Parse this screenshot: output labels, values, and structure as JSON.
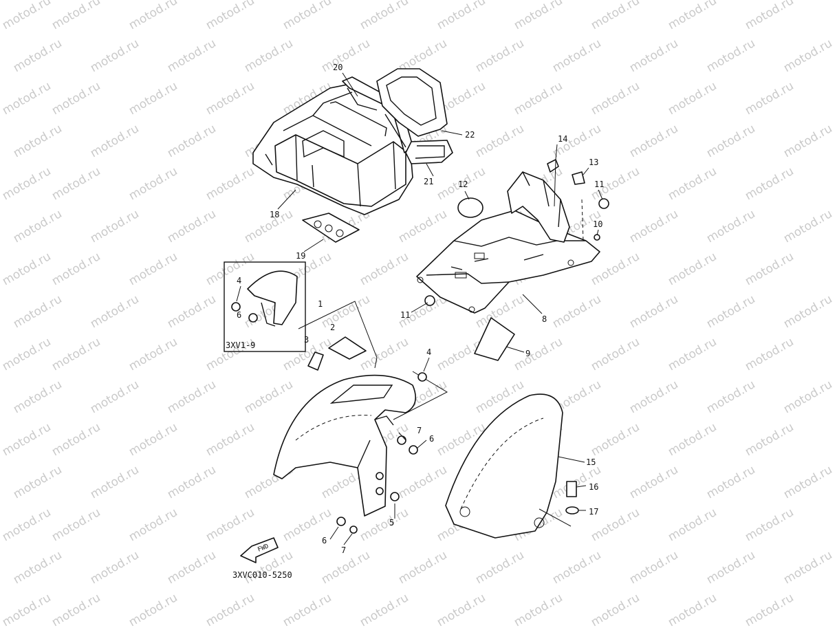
{
  "watermark": "motod.ru",
  "diagram_code": "3XVC010-5250",
  "inset_code": "3XV1-9",
  "fwd_label": "FWD",
  "callouts": {
    "c1": "1",
    "c2": "2",
    "c3": "3",
    "c4a": "4",
    "c4b": "4",
    "c5": "5",
    "c6a": "6",
    "c6b": "6",
    "c6c": "6",
    "c7a": "7",
    "c7b": "7",
    "c8": "8",
    "c9": "9",
    "c10": "10",
    "c11a": "11",
    "c11b": "11",
    "c12": "12",
    "c13": "13",
    "c14": "14",
    "c15": "15",
    "c16": "16",
    "c17": "17",
    "c18": "18",
    "c19": "19",
    "c20": "20",
    "c21": "21",
    "c22": "22"
  }
}
